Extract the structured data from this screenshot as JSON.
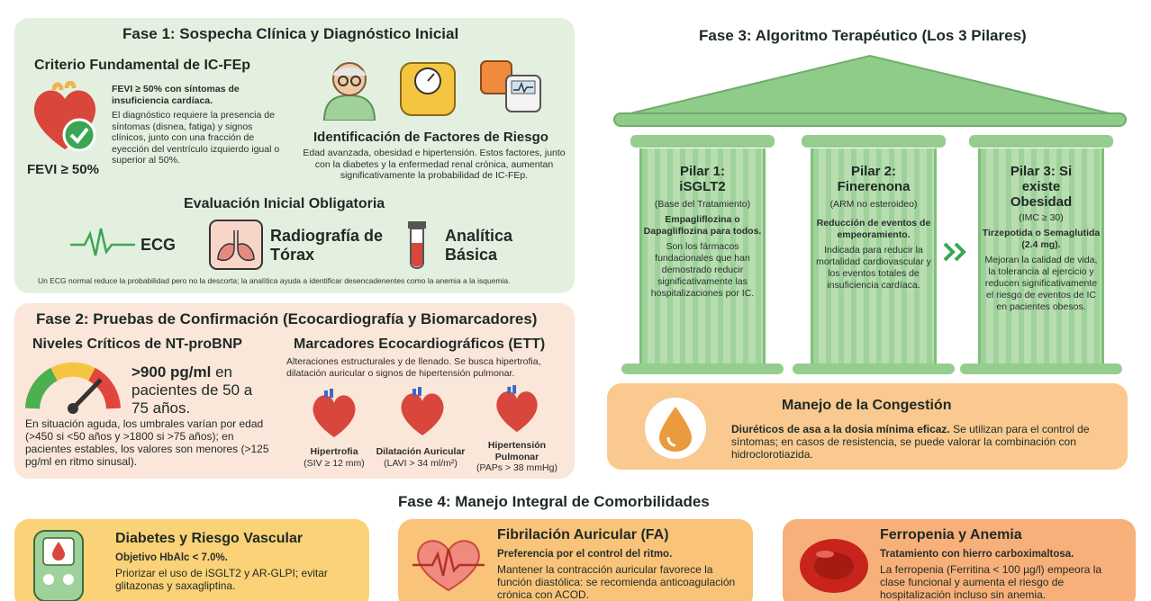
{
  "phase1": {
    "title": "Fase 1: Sospecha Clínica y Diagnóstico Inicial",
    "criterion": {
      "title": "Criterio Fundamental de IC-FEp",
      "badge": "FEVI ≥ 50%",
      "bold_text": "FEVI ≥ 50% con síntomas de insuficiencia cardíaca.",
      "text": "El diagnóstico requiere la presencia de síntomas (disnea, fatiga) y signos clínicos, junto con una fracción de eyección del ventrículo izquierdo igual o superior al 50%."
    },
    "risk": {
      "title": "Identificación de Factores de Riesgo",
      "text": "Edad avanzada, obesidad e hipertensión. Estos factores, junto con la diabetes y la enfermedad renal crónica, aumentan significativamente la probabilidad de IC-FEp."
    },
    "evaluation": {
      "title": "Evaluación Inicial Obligatoria",
      "items": [
        "ECG",
        "Radiografía de Tórax",
        "Analítica Básica"
      ],
      "note": "Un ECG normal reduce la probabilidad pero no la descorta; la analítica ayuda a identificar desencadenentes como la anemia a la isquemia."
    }
  },
  "phase2": {
    "title": "Fase 2: Pruebas de Confirmación (Ecocardiografía y Biomarcadores)",
    "bnp": {
      "title": "Niveles Críticos de NT-proBNP",
      "value": ">900 pg/ml",
      "value_rest": "en pacientes de 50 a 75 años.",
      "text": "En situación aguda, los umbrales varían por edad (>450 si <50 años y >1800 si >75 años); en pacientes estables, los valores son menores (>125 pg/ml en ritmo sinusal)."
    },
    "ett": {
      "title": "Marcadores Ecocardiográficos (ETT)",
      "text": "Alteraciones estructurales y de llenado. Se busca hipertrofia, dilatación auricular o signos de hipertensión pulmonar.",
      "markers": [
        {
          "name": "Hipertrofia",
          "value": "(SIV ≥ 12 mm)"
        },
        {
          "name": "Dilatación Auricular",
          "value": "(LAVI > 34 ml/m²)"
        },
        {
          "name": "Hipertensión Pulmonar",
          "value": "(PAPs > 38 mmHg)"
        }
      ]
    }
  },
  "phase3": {
    "title": "Fase 3: Algoritmo Terapéutico (Los 3 Pilares)",
    "pillars": [
      {
        "title": "Pilar 1: iSGLT2",
        "subtitle": "(Base del Tratamiento)",
        "bold": "Empagliflozina o Dapagliflozina para todos.",
        "text": "Son los fármacos fundacionales que han demostrado reducir significativamente las hospitalizaciones por IC."
      },
      {
        "title": "Pilar 2: Finerenona",
        "subtitle": "(ARM no esteroideo)",
        "bold": "Reducción de eventos de empeoramiento.",
        "text": "Indicada para reducir la mortalidad cardiovascular y los eventos totales de insuficiencia cardíaca."
      },
      {
        "title": "Pilar 3: Si existe Obesidad",
        "subtitle": "(IMC ≥ 30)",
        "bold": "Tirzepotida o Semaglutida (2.4 mg).",
        "text": "Mejoran la calidad de vida, la tolerancia al ejercicio y reducen significativamente el riesgo de eventos de IC en pacientes obesos."
      }
    ],
    "congestion": {
      "title": "Manejo de la Congestión",
      "bold": "Diuréticos de asa a la dosia mínima eficaz.",
      "text": "Se utilizan para el control de síntomas; en casos de resistencia, se puede valorar la combinación con hidroclorotiazida."
    }
  },
  "phase4": {
    "title": "Fase 4: Manejo Integral de Comorbilidades",
    "cards": [
      {
        "title": "Diabetes y Riesgo Vascular",
        "bold": "Objetivo HbAlc < 7.0%.",
        "text": "Priorizar el uso de iSGLT2 y AR-GLPI; evitar glitazonas y saxagliptina."
      },
      {
        "title": "Fibrilación Auricular (FA)",
        "bold": "Preferencia por el control del ritmo.",
        "text": "Mantener la contracción auricular favorece la función diastólica: se recomienda anticoagulación crónica con ACOD."
      },
      {
        "title": "Ferropenia y Anemia",
        "bold": "Tratamiento con hierro carboximaltosa.",
        "text": "La ferropenia (Ferritina < 100 µg/l) empeora la clase funcional y aumenta el riesgo de hospitalización incluso sin anemia."
      }
    ]
  },
  "colors": {
    "green_panel": "#e3f0df",
    "peach_panel": "#fbe6da",
    "pillar_green": "#9fd29a",
    "heart_red": "#d9463b",
    "check_green": "#3aa655"
  },
  "icons": [
    "heart-check-icon",
    "elderly-person-icon",
    "scale-icon",
    "blood-pressure-icon",
    "ecg-icon",
    "lungs-icon",
    "test-tube-icon",
    "gauge-icon",
    "heart-icon",
    "chevron-double-right-icon",
    "drop-icon",
    "glucometer-icon",
    "heart-ecg-icon",
    "red-blood-cell-icon"
  ]
}
